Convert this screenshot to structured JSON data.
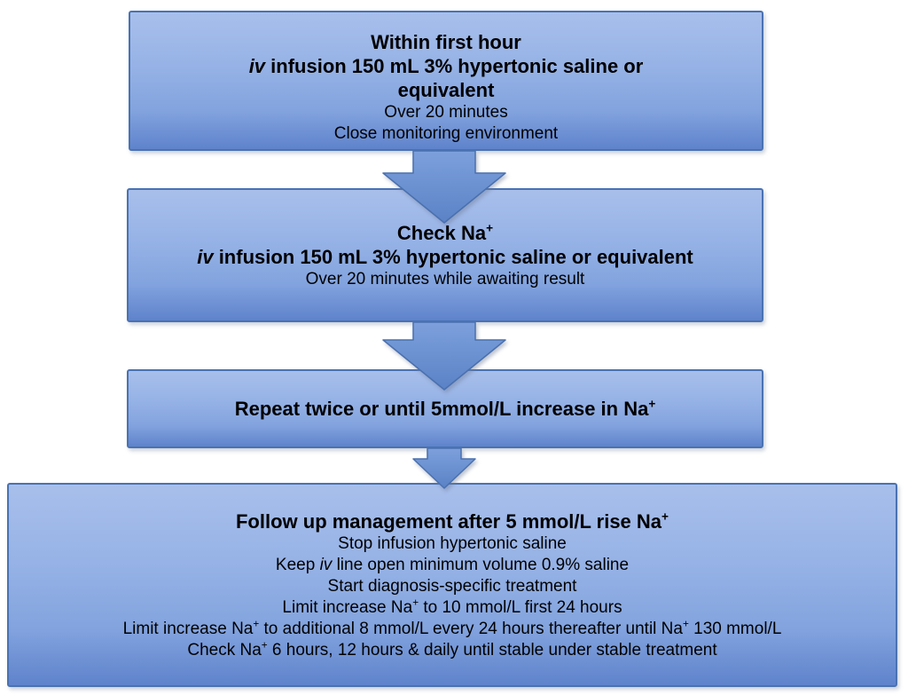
{
  "colors": {
    "box_fill_top": "#a8bfeb",
    "box_fill_mid": "#93b0e5",
    "box_fill_low": "#82a3de",
    "box_fill_bottom": "#5f83cc",
    "box_border": "#4a72b2",
    "arrow_fill_top": "#7da0dc",
    "arrow_fill_bottom": "#5a82c6",
    "arrow_border": "#4a70ae",
    "text_color": "#000000",
    "page_bg": "#ffffff"
  },
  "flowchart": {
    "boxes": [
      {
        "id": "step-1-initial-infusion",
        "lines": [
          {
            "style": "bold",
            "segments": [
              {
                "text": "Within first hour"
              }
            ]
          },
          {
            "style": "bold",
            "segments": [
              {
                "text": "iv",
                "italic": true
              },
              {
                "text": " infusion 150 mL 3% hypertonic saline or"
              }
            ]
          },
          {
            "style": "bold",
            "segments": [
              {
                "text": "equivalent"
              }
            ]
          },
          {
            "style": "normal",
            "segments": [
              {
                "text": "Over 20 minutes"
              }
            ]
          },
          {
            "style": "normal",
            "segments": [
              {
                "text": "Close monitoring environment"
              }
            ]
          }
        ]
      },
      {
        "id": "step-2-check-na",
        "lines": [
          {
            "style": "bold",
            "segments": [
              {
                "text": "Check Na"
              },
              {
                "text": "+",
                "sup": true
              }
            ]
          },
          {
            "style": "bold",
            "segments": [
              {
                "text": "iv",
                "italic": true
              },
              {
                "text": " infusion 150 mL 3% hypertonic saline or equivalent"
              }
            ]
          },
          {
            "style": "normal",
            "segments": [
              {
                "text": "Over 20 minutes while awaiting result"
              }
            ]
          }
        ]
      },
      {
        "id": "step-3-repeat",
        "lines": [
          {
            "style": "bold",
            "segments": [
              {
                "text": "Repeat twice or until 5mmol/L increase in Na"
              },
              {
                "text": "+",
                "sup": true
              }
            ]
          }
        ]
      },
      {
        "id": "step-4-follow-up",
        "lines": [
          {
            "style": "bold",
            "segments": [
              {
                "text": "Follow up management after 5 mmol/L rise Na"
              },
              {
                "text": "+",
                "sup": true
              }
            ]
          },
          {
            "style": "normal",
            "segments": [
              {
                "text": "Stop infusion hypertonic saline"
              }
            ]
          },
          {
            "style": "normal",
            "segments": [
              {
                "text": "Keep "
              },
              {
                "text": "iv",
                "italic": true
              },
              {
                "text": " line open minimum volume 0.9% saline"
              }
            ]
          },
          {
            "style": "normal",
            "segments": [
              {
                "text": "Start diagnosis-specific treatment"
              }
            ]
          },
          {
            "style": "normal",
            "segments": [
              {
                "text": "Limit increase Na"
              },
              {
                "text": "+",
                "sup": true
              },
              {
                "text": " to 10 mmol/L first 24 hours"
              }
            ]
          },
          {
            "style": "normal",
            "segments": [
              {
                "text": "Limit increase Na"
              },
              {
                "text": "+",
                "sup": true
              },
              {
                "text": " to additional 8 mmol/L every 24 hours thereafter until Na"
              },
              {
                "text": "+",
                "sup": true
              },
              {
                "text": " 130 mmol/L"
              }
            ]
          },
          {
            "style": "normal",
            "segments": [
              {
                "text": "Check Na"
              },
              {
                "text": "+",
                "sup": true
              },
              {
                "text": " 6 hours, 12 hours & daily until stable under stable treatment"
              }
            ]
          }
        ]
      }
    ]
  }
}
